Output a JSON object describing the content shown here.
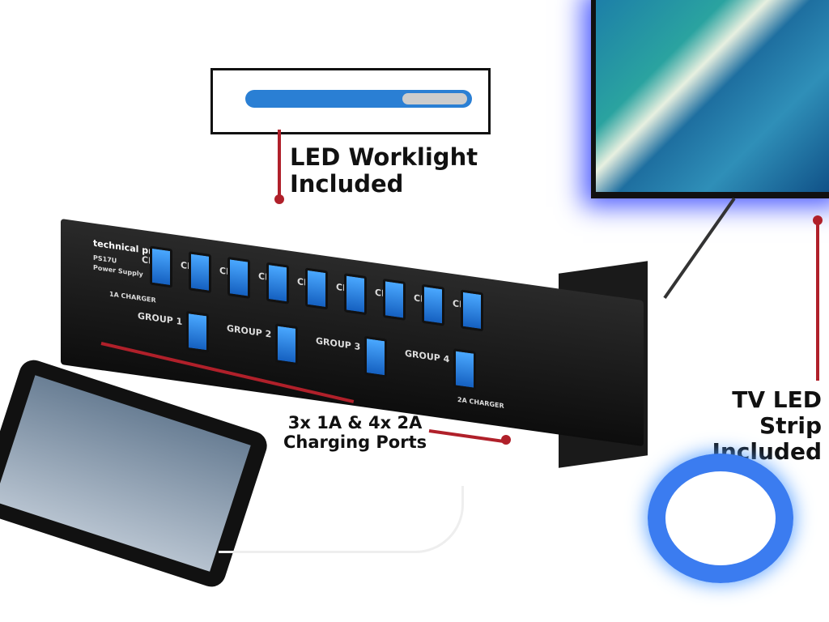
{
  "callouts": {
    "worklight": [
      "LED Worklight",
      "Included"
    ],
    "ports": [
      "3x 1A & 4x 2A",
      "Charging Ports"
    ],
    "strip": [
      "TV LED Strip",
      "Included"
    ]
  },
  "device": {
    "brand": "technical pro",
    "model": "PS17U",
    "subtitle": "Power Supply",
    "charger_1a": "1A CHARGER",
    "charger_2a": "2A CHARGER",
    "channels": [
      "CH. 1",
      "CH. 2",
      "CH. 3",
      "CH. 4",
      "CH. 5",
      "CH. 6",
      "CH. 7",
      "CH. 8",
      "CH. 9"
    ],
    "groups": [
      "GROUP 1",
      "GROUP 2",
      "GROUP 3",
      "GROUP 4"
    ]
  },
  "colors": {
    "accent": "#b0202a",
    "switch": "#2a7fd4"
  }
}
